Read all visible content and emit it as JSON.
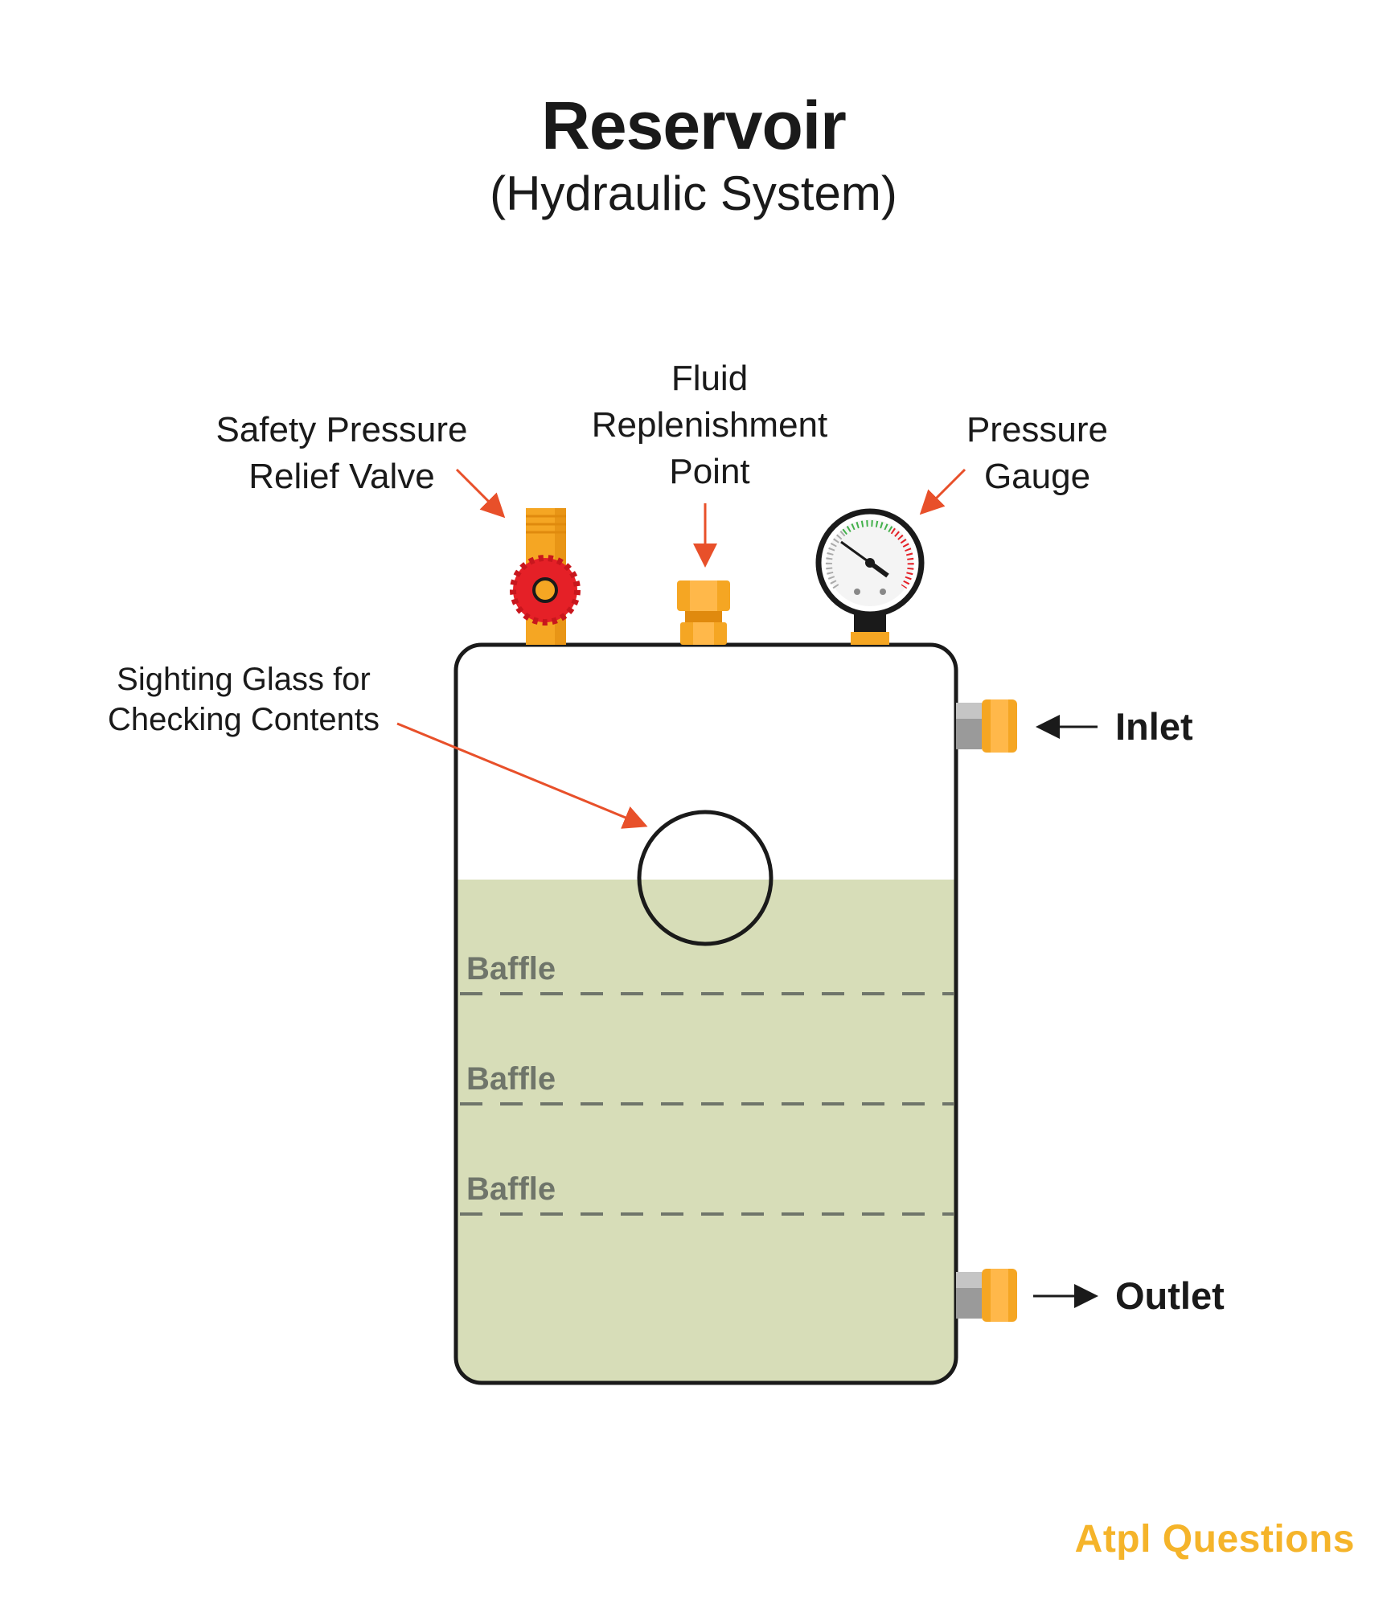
{
  "title": "Reservoir",
  "subtitle": "(Hydraulic System)",
  "labels": {
    "safety_valve": [
      "Safety Pressure",
      "Relief Valve"
    ],
    "fluid_point": [
      "Fluid",
      "Replenishment",
      "Point"
    ],
    "pressure_gauge": [
      "Pressure",
      "Gauge"
    ],
    "sighting_glass": [
      "Sighting Glass for",
      "Checking Contents"
    ],
    "inlet": "Inlet",
    "outlet": "Outlet",
    "baffles": [
      "Baffle",
      "Baffle",
      "Baffle"
    ]
  },
  "brand": "Atpl Questions",
  "colors": {
    "fluid": "#d7ddb8",
    "arrow": "#e8502a",
    "brass": "#f5a623",
    "valve_knob": "#e52027",
    "outline": "#1a1a1a",
    "brand": "#f5b42a"
  }
}
